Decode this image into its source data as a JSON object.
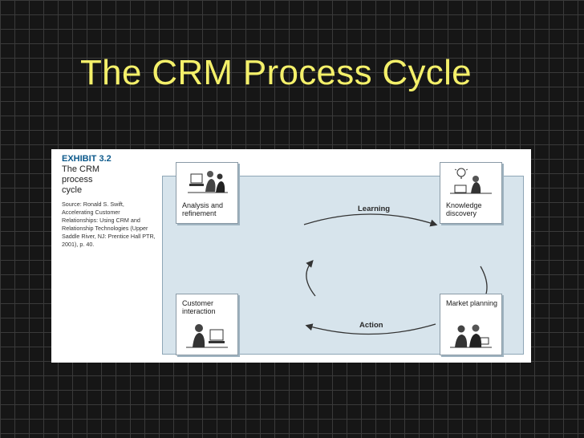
{
  "slide": {
    "title": "The CRM Process Cycle"
  },
  "exhibit": {
    "number": "EXHIBIT 3.2",
    "title": "The CRM process cycle",
    "source": "Source: Ronald S. Swift, Accelerating Customer Relationships: Using CRM and Relationship Technologies (Upper Saddle River, NJ: Prentice Hall PTR, 2001), p. 40."
  },
  "stages": {
    "analysis": "Analysis and refinement",
    "knowledge": "Knowledge discovery",
    "market": "Market planning",
    "customer": "Customer interaction"
  },
  "arrows": {
    "top": "Learning",
    "bottom": "Action"
  },
  "colors": {
    "title": "#f4f06a",
    "exhibit_number": "#0d5a8c",
    "panel": "#d7e4ec"
  }
}
